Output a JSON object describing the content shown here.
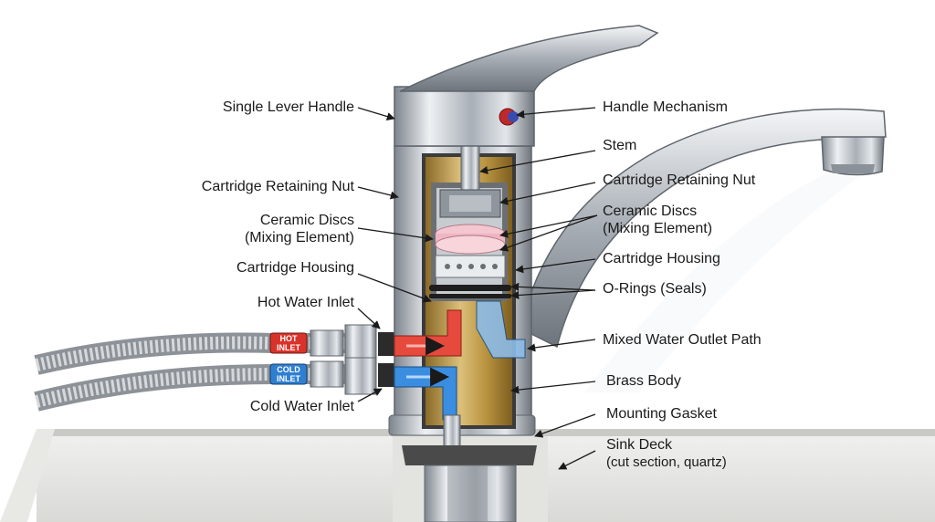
{
  "labels_left": [
    {
      "id": "single-lever-handle",
      "text": "Single Lever Handle"
    },
    {
      "id": "cartridge-retaining-nut-left",
      "text": "Cartridge Retaining Nut"
    },
    {
      "id": "ceramic-discs-left",
      "text": "Ceramic Discs",
      "sub": "(Mixing Element)"
    },
    {
      "id": "cartridge-housing-left",
      "text": "Cartridge Housing"
    },
    {
      "id": "hot-water-inlet",
      "text": "Hot Water Inlet"
    },
    {
      "id": "cold-water-inlet",
      "text": "Cold Water Inlet"
    }
  ],
  "labels_right": [
    {
      "id": "handle-mechanism",
      "text": "Handle Mechanism"
    },
    {
      "id": "stem",
      "text": "Stem"
    },
    {
      "id": "cartridge-retaining-nut-right",
      "text": "Cartridge Retaining Nut"
    },
    {
      "id": "ceramic-discs-right",
      "text": "Ceramic Discs",
      "sub": "(Mixing Element)"
    },
    {
      "id": "cartridge-housing-right",
      "text": "Cartridge Housing"
    },
    {
      "id": "o-rings",
      "text": "O-Rings (Seals)"
    },
    {
      "id": "mixed-water-outlet-path",
      "text": "Mixed Water Outlet Path"
    },
    {
      "id": "brass-body",
      "text": "Brass Body"
    },
    {
      "id": "mounting-gasket",
      "text": "Mounting Gasket"
    },
    {
      "id": "sink-deck",
      "text": "Sink Deck",
      "sub": "(cut section, quartz)"
    }
  ],
  "hose_tags": {
    "hot": [
      "HOT",
      "INLET"
    ],
    "cold": [
      "COLD",
      "INLET"
    ]
  },
  "colors": {
    "hot": "#d8332a",
    "cold": "#2f7fd0",
    "brass": "#c9a04a",
    "chrome": "#b9bec4",
    "ceramic": "#f4c6cf"
  }
}
